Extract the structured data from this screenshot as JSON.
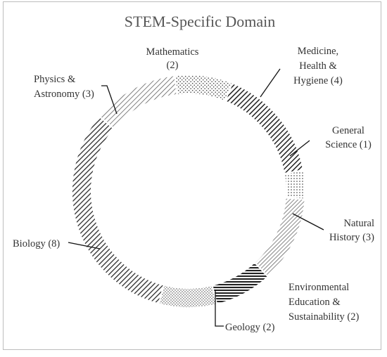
{
  "chart_data": {
    "type": "pie",
    "style": "donut",
    "title": "STEM-Specific Domain",
    "legend": "none",
    "slices": [
      {
        "name": "Medicine, Health & Hygiene",
        "value": 4,
        "label_lines": [
          "Medicine,",
          "Health &",
          "Hygiene (4)"
        ],
        "pattern": "diag-dense"
      },
      {
        "name": "General Science",
        "value": 1,
        "label_lines": [
          "General",
          "Science (1)"
        ],
        "pattern": "dots-fine"
      },
      {
        "name": "Natural History",
        "value": 3,
        "label_lines": [
          "Natural",
          "History (3)"
        ],
        "pattern": "diag-light"
      },
      {
        "name": "Environmental Education & Sustainability",
        "value": 2,
        "label_lines": [
          "Environmental",
          "Education &",
          "Sustainability (2)"
        ],
        "pattern": "horiz-dense"
      },
      {
        "name": "Geology",
        "value": 2,
        "label_lines": [
          "Geology (2)"
        ],
        "pattern": "dots-small"
      },
      {
        "name": "Biology",
        "value": 8,
        "label_lines": [
          "Biology (8)"
        ],
        "pattern": "diag-bold"
      },
      {
        "name": "Physics & Astronomy",
        "value": 3,
        "label_lines": [
          "Physics &",
          "Astronomy (3)"
        ],
        "pattern": "diag-wide"
      },
      {
        "name": "Mathematics",
        "value": 2,
        "label_lines": [
          "Mathematics",
          "(2)"
        ],
        "pattern": "dots-sparse"
      }
    ]
  }
}
